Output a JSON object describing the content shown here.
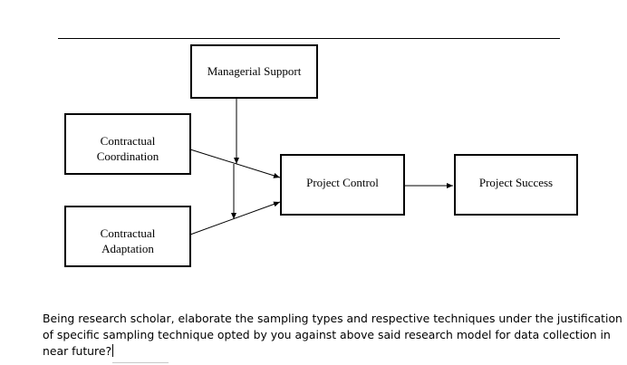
{
  "diagram": {
    "nodes": {
      "managerial_support": "Managerial Support",
      "contractual_coordination": [
        "Contractual",
        "Coordination"
      ],
      "contractual_adaptation": [
        "Contractual",
        "Adaptation"
      ],
      "project_control": "Project Control",
      "project_success": "Project Success"
    },
    "edges": [
      {
        "from": "contractual_coordination",
        "to": "project_control"
      },
      {
        "from": "contractual_adaptation",
        "to": "project_control"
      },
      {
        "from": "project_control",
        "to": "project_success"
      },
      {
        "from": "managerial_support",
        "to": "contractual_coordination-project_control"
      },
      {
        "from": "managerial_support",
        "to": "contractual_adaptation-project_control"
      }
    ]
  },
  "question": {
    "line1": "Being research scholar, elaborate the sampling types and respective techniques under the justification",
    "line2": "of specific sampling technique opted by you against above said research model for data collection in",
    "line3": "near future?"
  }
}
